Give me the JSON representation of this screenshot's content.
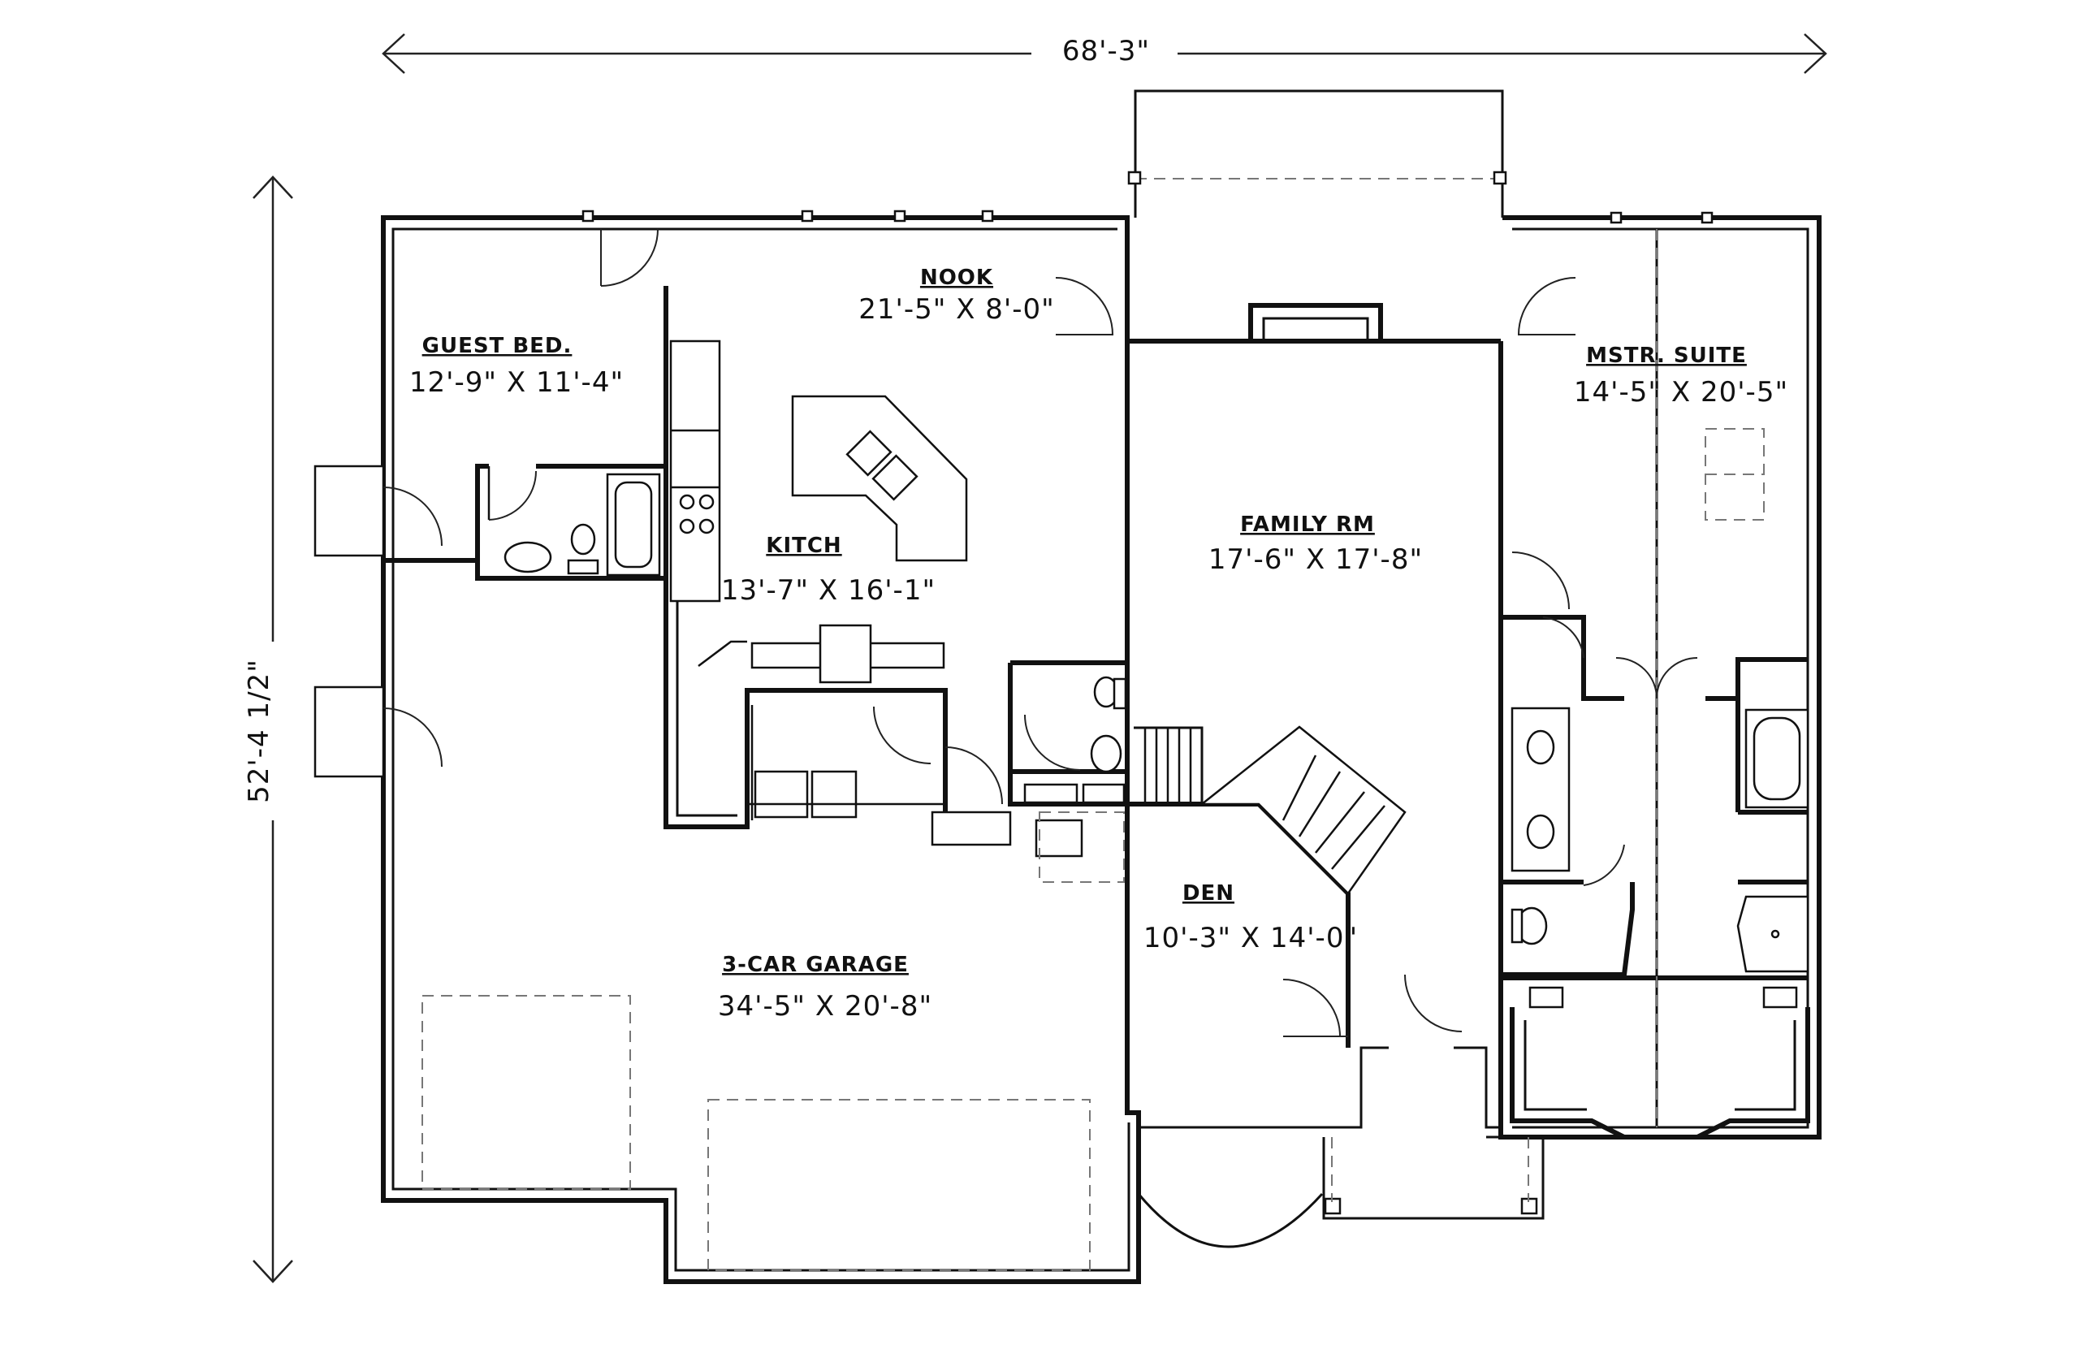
{
  "overall": {
    "width": "68'-3\"",
    "depth": "52'-4 1/2\""
  },
  "rooms": {
    "nook": {
      "name": "NOOK",
      "dims": "21'-5\" X 8'-0\""
    },
    "guest_bed": {
      "name": "GUEST BED.",
      "dims": "12'-9\" X 11'-4\""
    },
    "mstr_suite": {
      "name": "MSTR. SUITE",
      "dims": "14'-5\" X 20'-5\""
    },
    "family_rm": {
      "name": "FAMILY RM",
      "dims": "17'-6\" X 17'-8\""
    },
    "kitch": {
      "name": "KITCH",
      "dims": "13'-7\" X 16'-1\""
    },
    "den": {
      "name": "DEN",
      "dims": "10'-3\" X 14'-0\""
    },
    "garage": {
      "name": "3-CAR GARAGE",
      "dims": "34'-5\" X 20'-8\""
    }
  }
}
